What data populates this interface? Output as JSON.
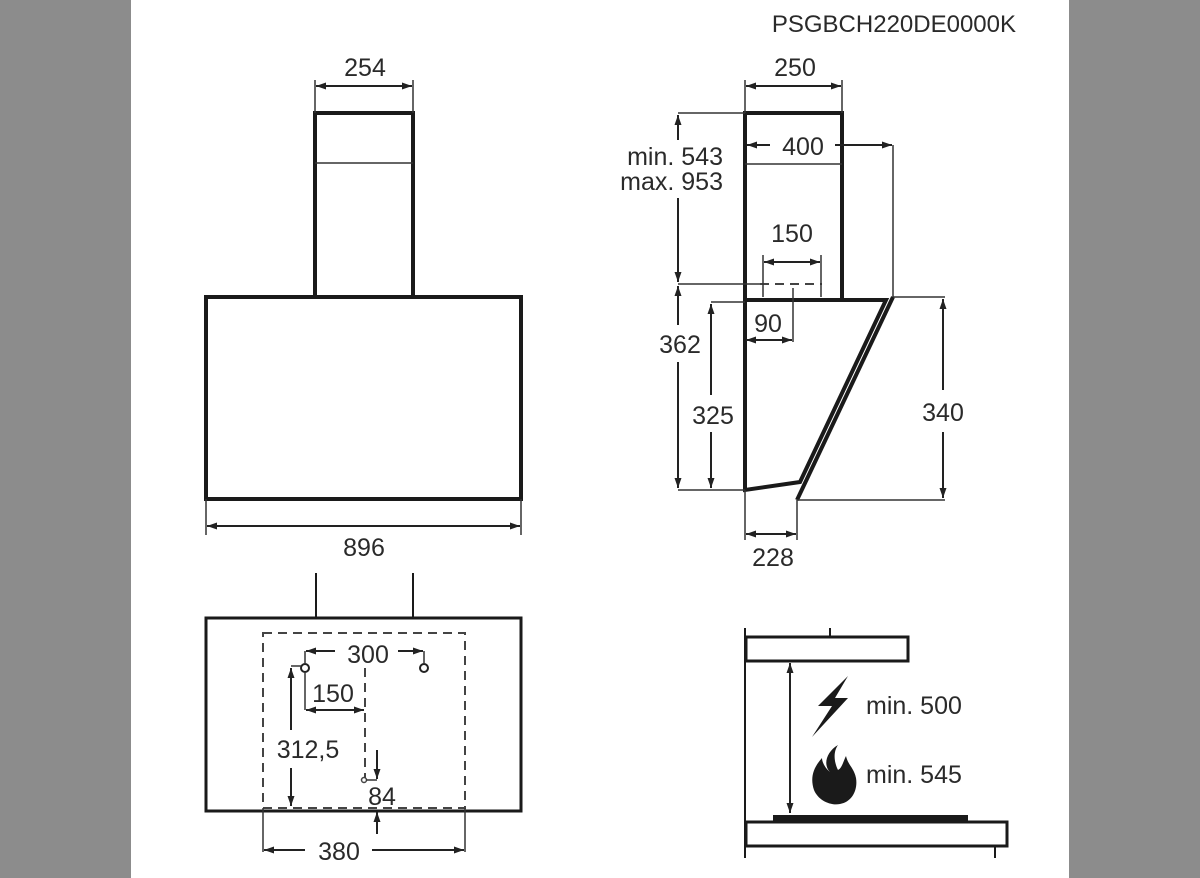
{
  "model_code": "PSGBCH220DE0000K",
  "front_view": {
    "chimney_width": "254",
    "hood_width": "896"
  },
  "bottom_view": {
    "hole_spacing": "300",
    "hole_offset": "150",
    "hole_height": "312,5",
    "outlet_offset": "84",
    "bracket_width": "380"
  },
  "side_view": {
    "chimney_depth": "250",
    "depth_to_glass": "400",
    "chimney_height_min": "min. 543",
    "chimney_height_max": "max. 953",
    "outlet_width": "150",
    "outlet_offset": "90",
    "hood_height": "362",
    "body_height": "325",
    "glass_height": "340",
    "bottom_depth": "228"
  },
  "clearance": {
    "electric_label": "min. 500",
    "gas_label": "min. 545",
    "electric_icon": "lightning-icon",
    "gas_icon": "flame-icon"
  },
  "colors": {
    "background": "#8c8c8c",
    "sheet": "#ffffff",
    "ink": "#1a1a1a"
  }
}
